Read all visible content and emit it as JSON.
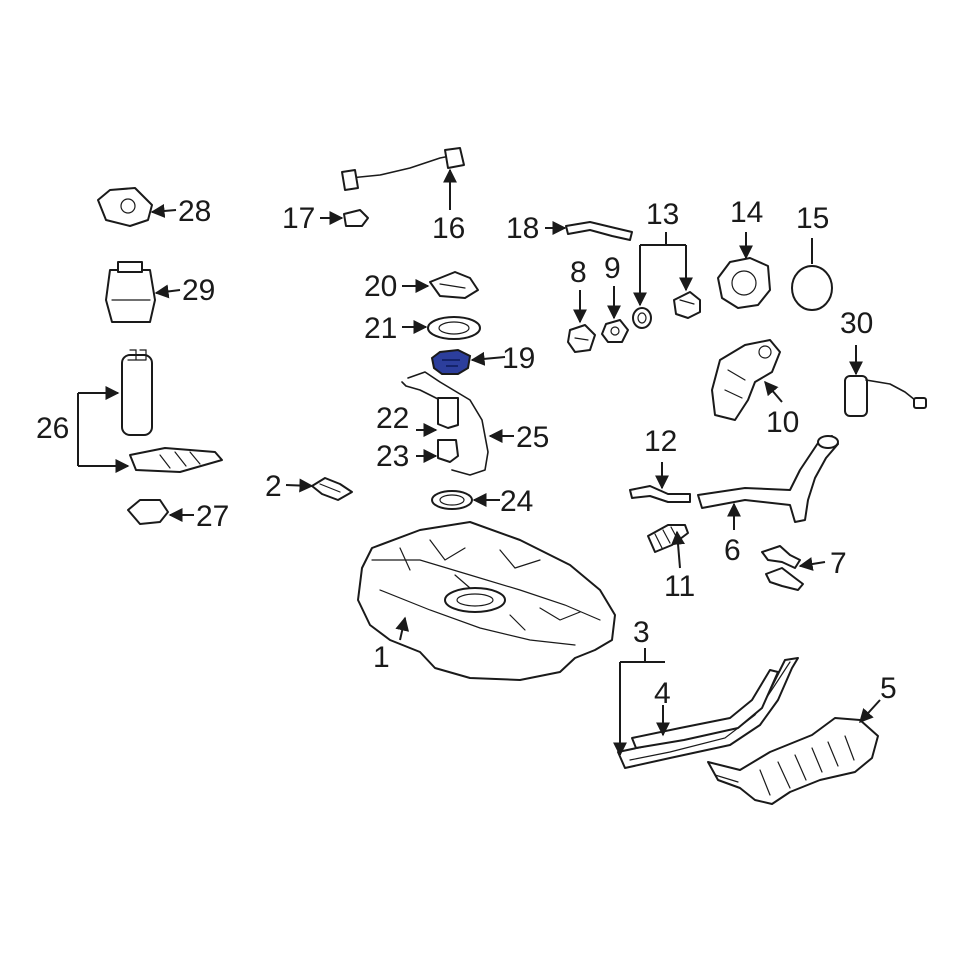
{
  "diagram": {
    "highlighted_part": "19",
    "highlight_color": "#2c3e9c",
    "callouts": {
      "c1": "1",
      "c2": "2",
      "c3": "3",
      "c4": "4",
      "c5": "5",
      "c6": "6",
      "c7": "7",
      "c8": "8",
      "c9": "9",
      "c10": "10",
      "c11": "11",
      "c12": "12",
      "c13": "13",
      "c14": "14",
      "c15": "15",
      "c16": "16",
      "c17": "17",
      "c18": "18",
      "c19": "19",
      "c20": "20",
      "c21": "21",
      "c22": "22",
      "c23": "23",
      "c24": "24",
      "c25": "25",
      "c26": "26",
      "c27": "27",
      "c28": "28",
      "c29": "29",
      "c30": "30"
    }
  }
}
